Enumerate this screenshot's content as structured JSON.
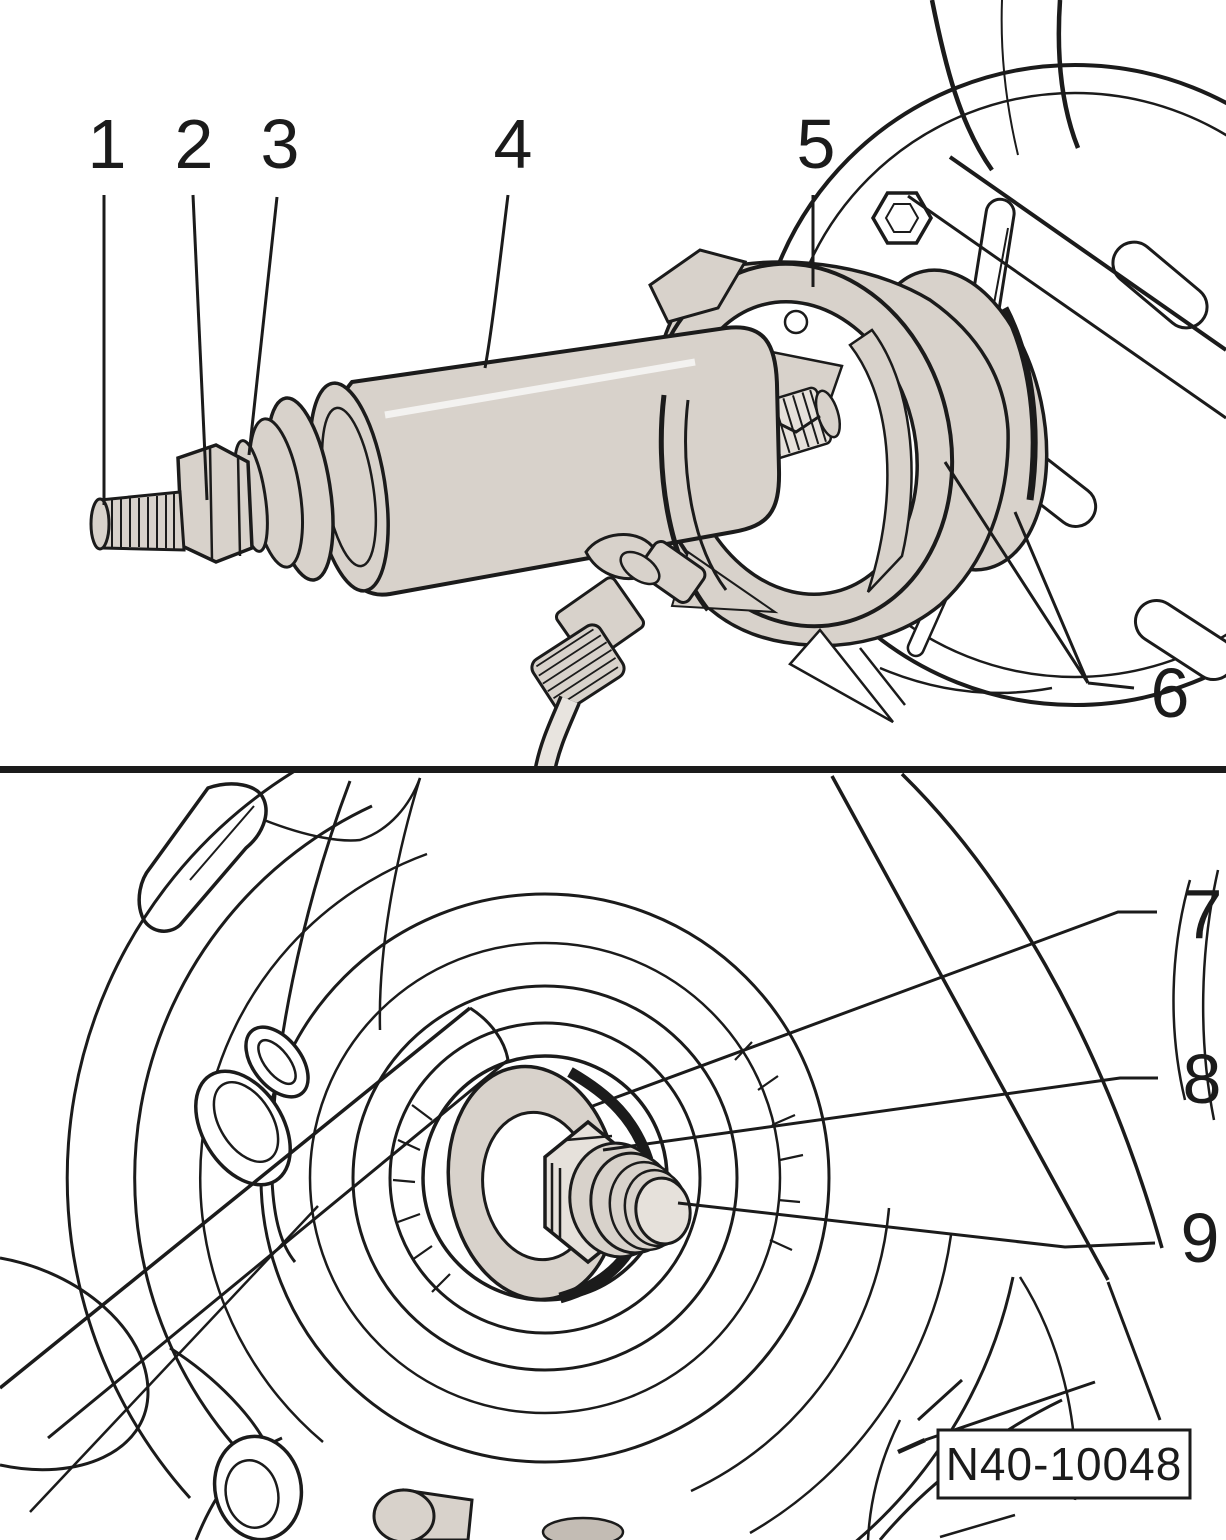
{
  "figure": {
    "reference_label": "N40-10048",
    "top_panel_callouts": [
      "1",
      "2",
      "3",
      "4",
      "5",
      "6"
    ],
    "bottom_panel_callouts": [
      "7",
      "8",
      "9"
    ]
  },
  "colors": {
    "line": "#1b1b1b",
    "metal_fill": "#d8d2cb",
    "metal_light": "#e6e1db",
    "metal_shadow": "#c3bcb4",
    "background": "#ffffff"
  }
}
